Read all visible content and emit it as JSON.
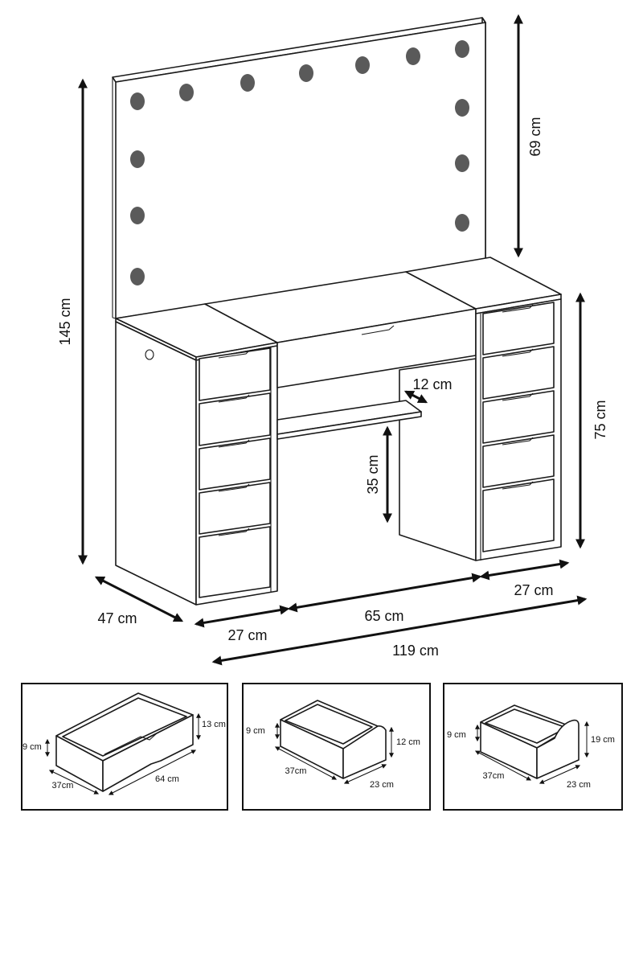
{
  "main_diagram": {
    "labels": {
      "mirror_height": "69 cm",
      "total_height": "145 cm",
      "desk_height": "75 cm",
      "depth": "47 cm",
      "left_cabinet_width": "27 cm",
      "middle_width": "65 cm",
      "right_cabinet_width": "27 cm",
      "total_width": "119 cm",
      "shelf_depth": "12 cm",
      "knee_height": "35 cm"
    }
  },
  "drawer_panels": [
    {
      "height_inner": "9 cm",
      "height_outer": "13 cm",
      "depth": "37cm",
      "width": "64 cm"
    },
    {
      "height_inner": "9 cm",
      "height_outer": "12 cm",
      "depth": "37cm",
      "width": "23 cm"
    },
    {
      "height_inner": "9 cm",
      "height_outer": "19 cm",
      "depth": "37cm",
      "width": "23 cm"
    }
  ],
  "colors": {
    "line": "#1a1a1a",
    "bulb": "#5a5a5a",
    "background": "#ffffff"
  }
}
